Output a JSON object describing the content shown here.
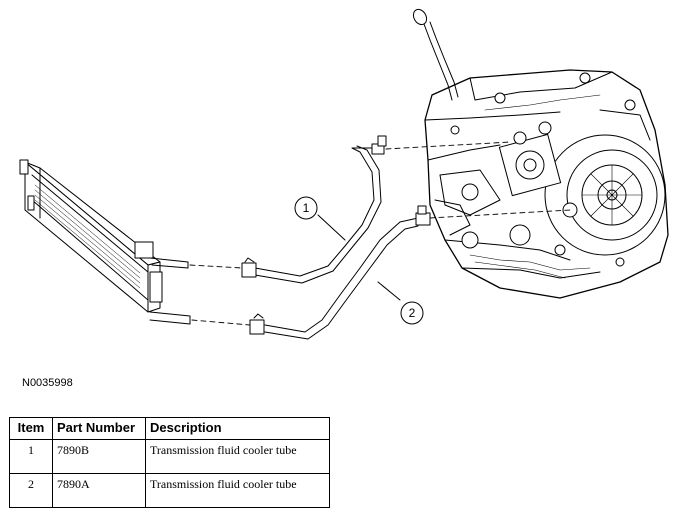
{
  "figure": {
    "id": "N0035998",
    "callouts": [
      "1",
      "2"
    ]
  },
  "parts_table": {
    "headers": [
      "Item",
      "Part Number",
      "Description"
    ],
    "rows": [
      {
        "item": "1",
        "part_number": "7890B",
        "description": "Transmission fluid cooler tube"
      },
      {
        "item": "2",
        "part_number": "7890A",
        "description": "Transmission fluid cooler tube"
      }
    ]
  }
}
